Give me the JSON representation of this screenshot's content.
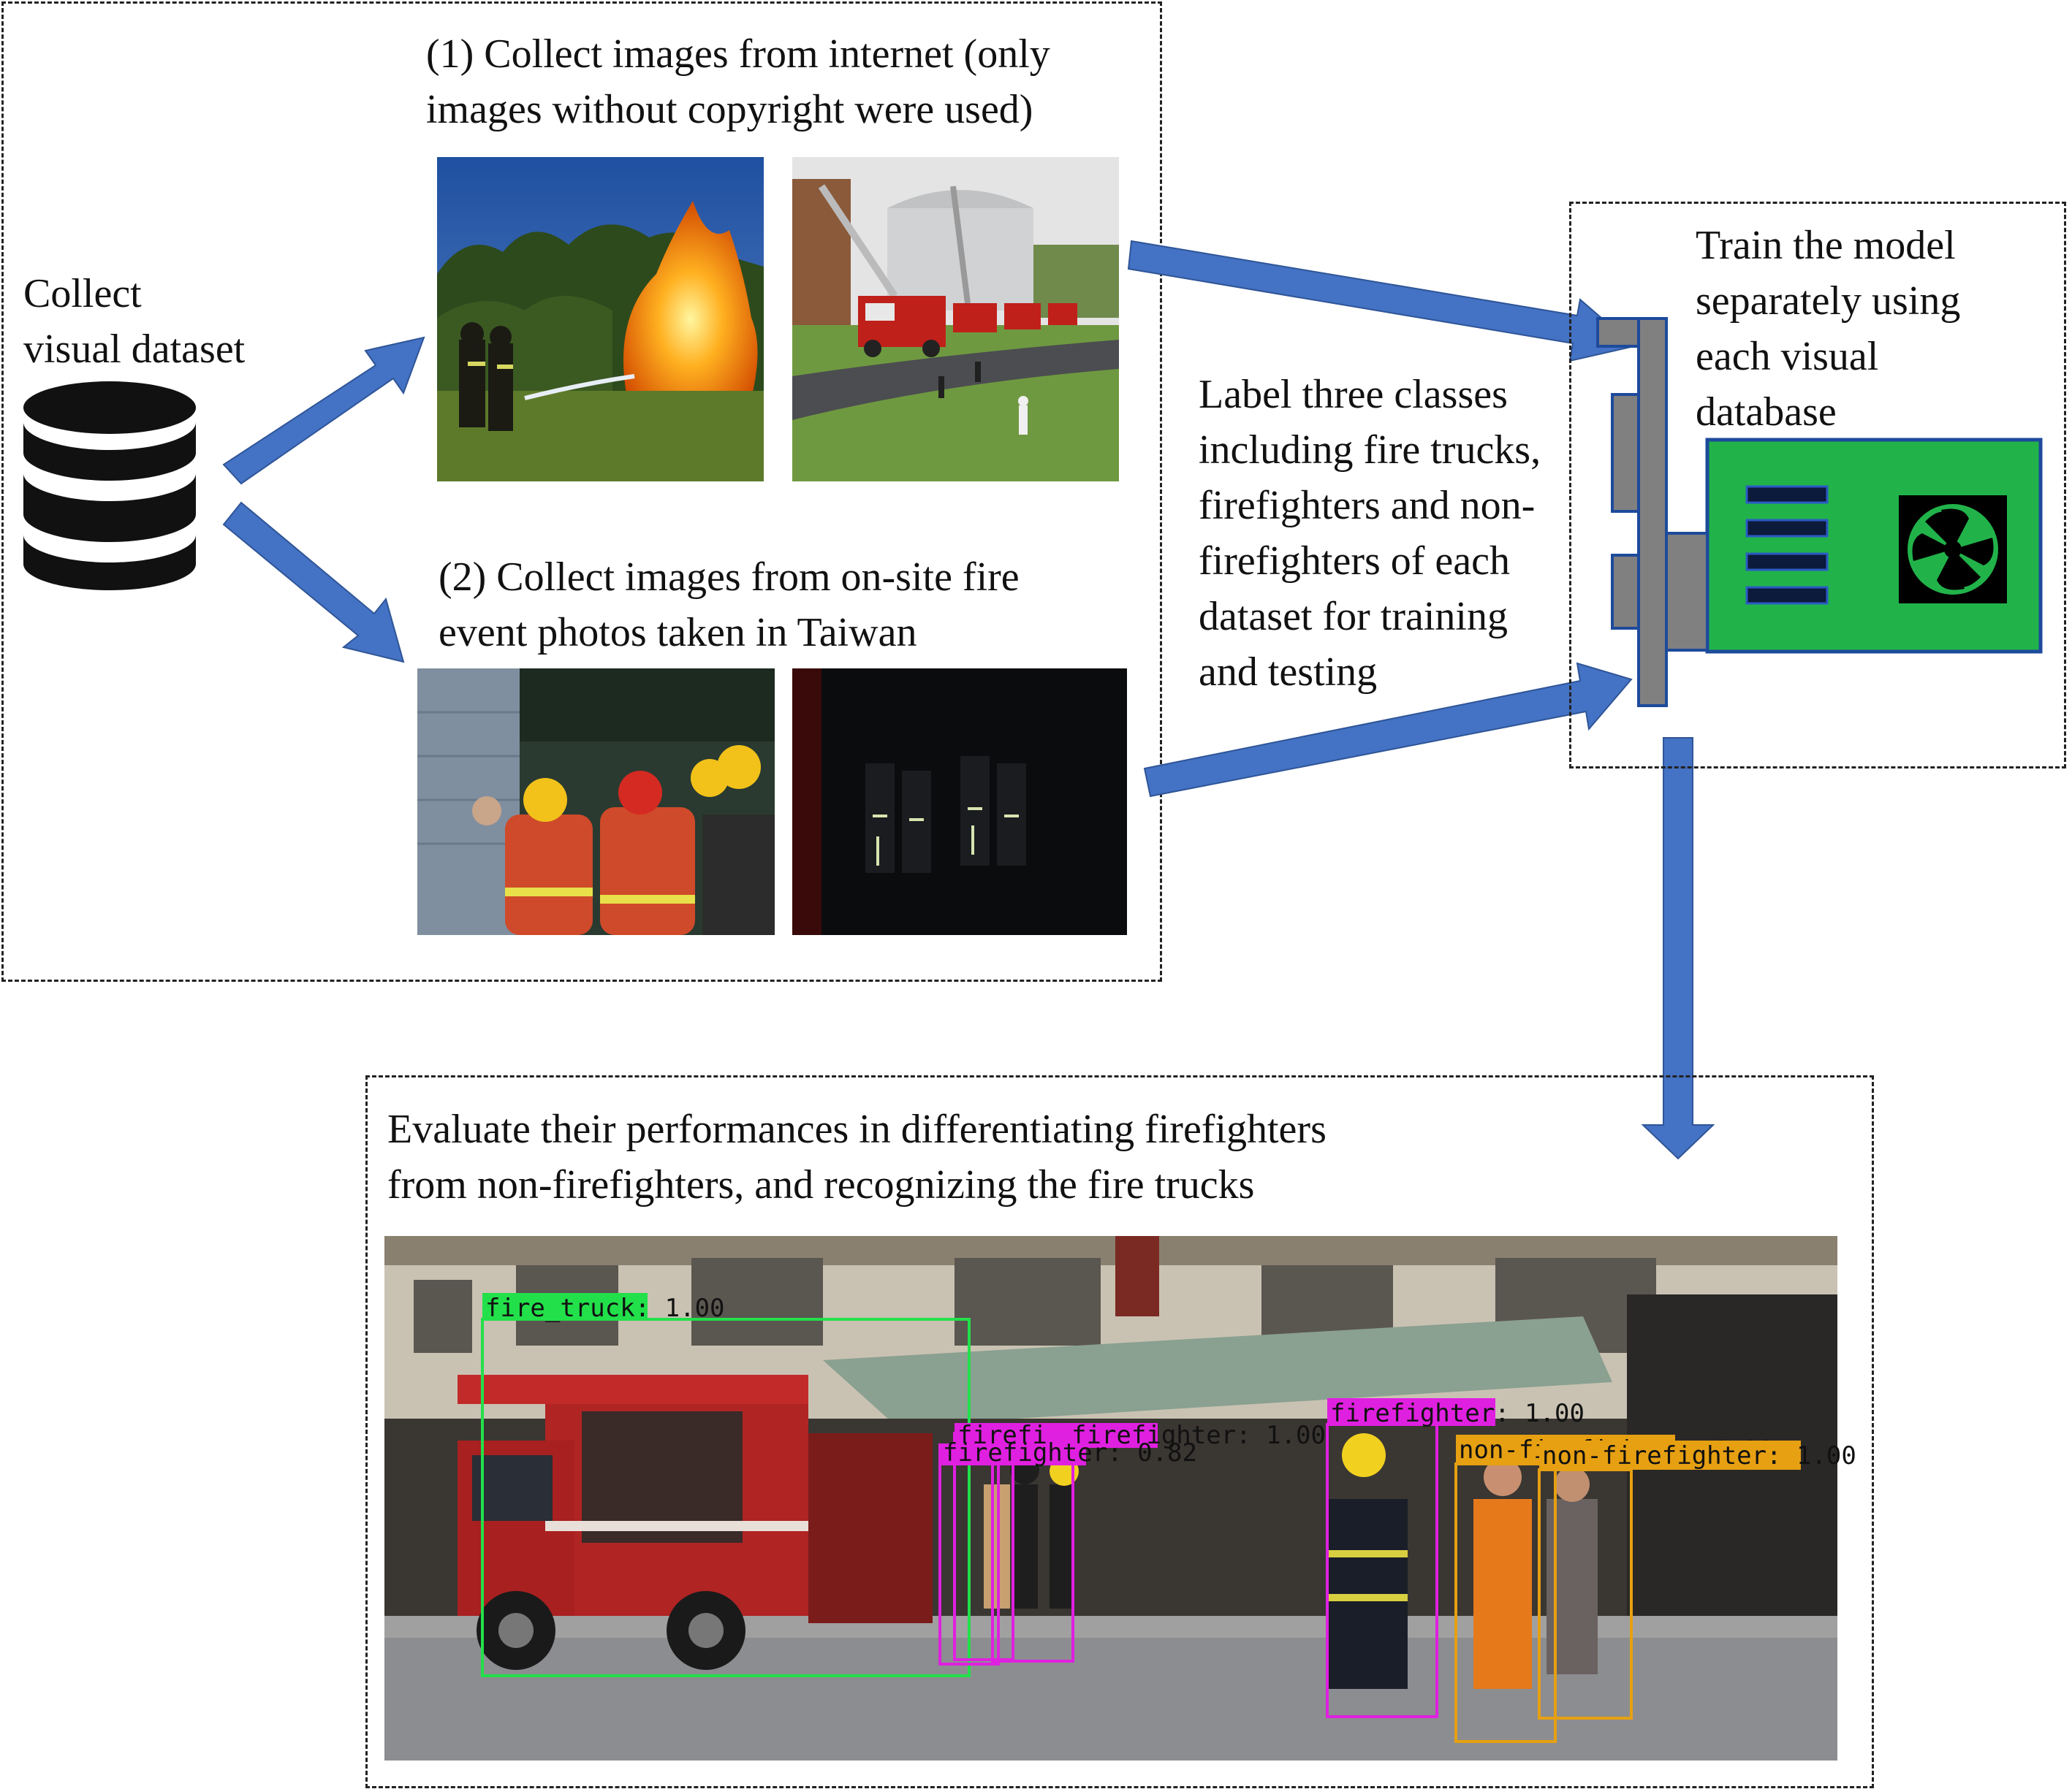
{
  "collect": {
    "title": "Collect\nvisual dataset",
    "icon": "database-icon"
  },
  "source1": {
    "caption": "(1) Collect images from internet (only\nimages without copyright were used)"
  },
  "source2": {
    "caption": "(2) Collect images from on-site fire\nevent photos taken in Taiwan"
  },
  "label_step": {
    "text": "Label three classes\nincluding fire trucks,\nfirefighters and non-\nfirefighters of each\ndataset for training\nand testing"
  },
  "train_step": {
    "text": "Train the model\nseparately using\neach visual\ndatabase",
    "icon": "gpu-card-icon"
  },
  "evaluate_step": {
    "text": "Evaluate their performances in differentiating firefighters\nfrom non-firefighters, and recognizing the fire trucks"
  },
  "detections": [
    {
      "label": "fire_truck: 1.00",
      "class": "fire_truck",
      "color": "#22e04a"
    },
    {
      "label": "firefighter: 1.00",
      "class": "firefighter",
      "color": "#e020e0"
    },
    {
      "label": "firefi",
      "class": "firefighter",
      "color": "#e020e0"
    },
    {
      "label": "firefighter: 0.82",
      "class": "firefighter",
      "color": "#e020e0"
    },
    {
      "label": "firefighter: 1.00",
      "class": "firefighter",
      "color": "#e020e0"
    },
    {
      "label": "non-firefighter: 1.00",
      "class": "non-firefighter",
      "color": "#e6a012"
    },
    {
      "label": "non-firefighter: 1.00",
      "class": "non-firefighter",
      "color": "#e6a012"
    }
  ],
  "colors": {
    "arrow": "#4472c4",
    "gpu_board": "#21b34a",
    "gpu_bracket": "#808080"
  }
}
